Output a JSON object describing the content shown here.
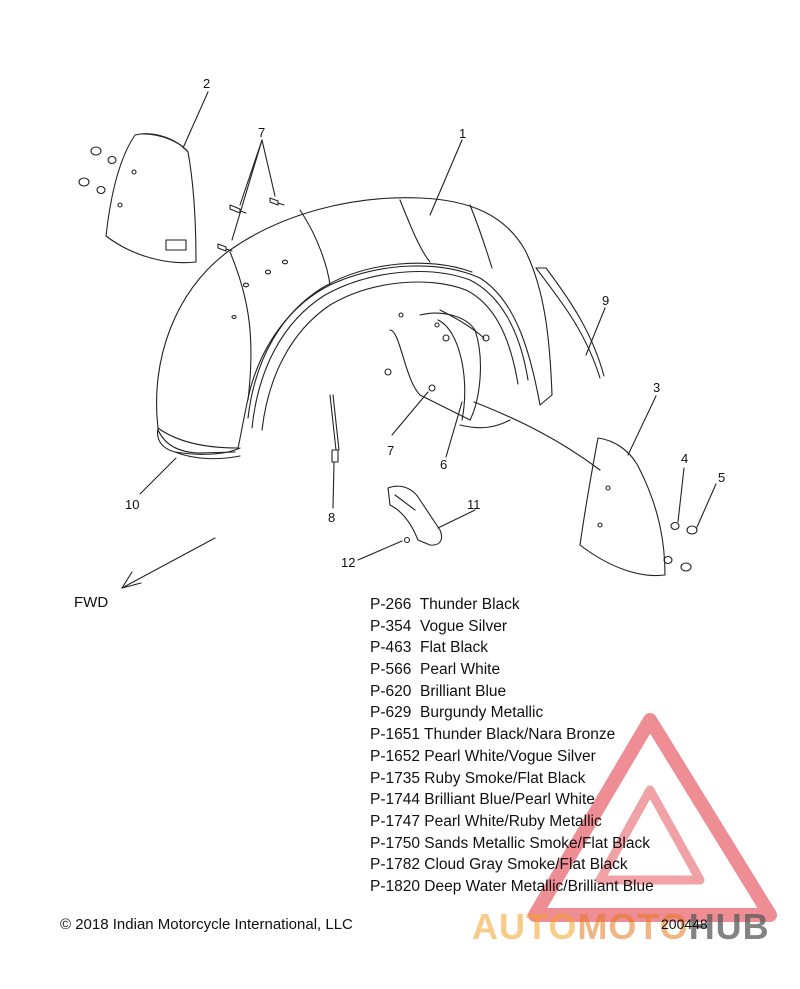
{
  "callouts": {
    "c1": "1",
    "c2": "2",
    "c3": "3",
    "c4": "4",
    "c5": "5",
    "c6": "6",
    "c7a": "7",
    "c7b": "7",
    "c8": "8",
    "c9": "9",
    "c10": "10",
    "c11": "11",
    "c12": "12"
  },
  "direction_label": "FWD",
  "paint_codes": [
    {
      "code": "P-266",
      "name": "Thunder Black"
    },
    {
      "code": "P-354",
      "name": "Vogue Silver"
    },
    {
      "code": "P-463",
      "name": "Flat Black"
    },
    {
      "code": "P-566",
      "name": "Pearl White"
    },
    {
      "code": "P-620",
      "name": "Brilliant Blue"
    },
    {
      "code": "P-629",
      "name": "Burgundy Metallic"
    },
    {
      "code": "P-1651",
      "name": "Thunder Black/Nara Bronze"
    },
    {
      "code": "P-1652",
      "name": "Pearl White/Vogue Silver"
    },
    {
      "code": "P-1735",
      "name": "Ruby Smoke/Flat Black"
    },
    {
      "code": "P-1744",
      "name": "Brilliant Blue/Pearl White"
    },
    {
      "code": "P-1747",
      "name": "Pearl White/Ruby Metallic"
    },
    {
      "code": "P-1750",
      "name": "Sands Metallic Smoke/Flat Black"
    },
    {
      "code": "P-1782",
      "name": "Cloud Gray Smoke/Flat Black"
    },
    {
      "code": "P-1820",
      "name": "Deep Water Metallic/Brilliant Blue"
    }
  ],
  "copyright": "© 2018 Indian Motorcycle International, LLC",
  "diagram_id": "200448",
  "watermark": {
    "part_a": "AUTO",
    "part_b": "MOTO",
    "part_c": "HUB"
  },
  "colors": {
    "line": "#222222",
    "watermark_red": "#e0303a",
    "watermark_orange": "#f4a028",
    "watermark_gray": "#5a5a5a"
  }
}
